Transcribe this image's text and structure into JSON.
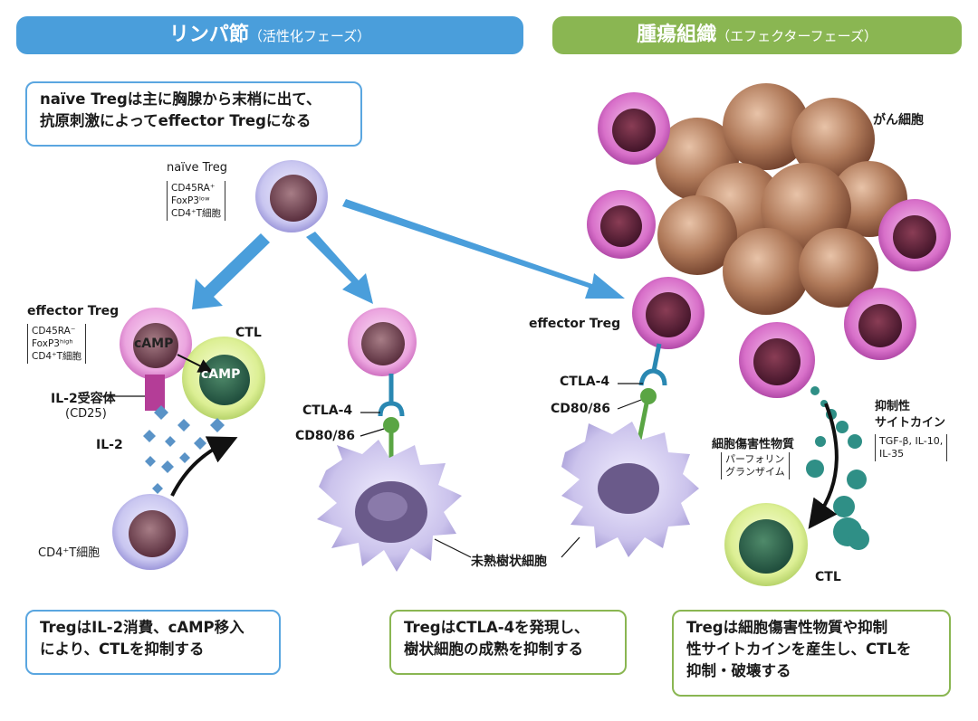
{
  "banners": {
    "lymph": {
      "title": "リンパ節",
      "sub": "（活性化フェーズ）"
    },
    "tumor": {
      "title": "腫瘍組織",
      "sub": "（エフェクターフェーズ）"
    }
  },
  "top_note": {
    "line1": "naïve Tregは主に胸腺から末梢に出て、",
    "line2": "抗原刺激によってeffector Tregになる"
  },
  "naive_treg": {
    "label": "naïve Treg",
    "markers": [
      "CD45RA⁺",
      "FoxP3ˡᵒʷ",
      "CD4⁺T細胞"
    ]
  },
  "effector_treg_left": {
    "label": "effector Treg",
    "markers": [
      "CD45RA⁻",
      "FoxP3ʰⁱᵍʰ",
      "CD4⁺T細胞"
    ]
  },
  "labels": {
    "camp1": "cAMP",
    "camp2": "cAMP",
    "ctl_top": "CTL",
    "il2r": "IL-2受容体",
    "cd25": "(CD25)",
    "il2": "IL-2",
    "cd4t": "CD4⁺T細胞",
    "ctla4_mid": "CTLA-4",
    "cd80_mid": "CD80/86",
    "effector_treg_right": "effector Treg",
    "ctla4_right": "CTLA-4",
    "cd80_right": "CD80/86",
    "immature_dc": "未熟樹状細胞",
    "cancer": "がん細胞",
    "cytotoxic": "細胞傷害性物質",
    "cytotoxic_items": [
      "パーフォリン",
      "グランザイム"
    ],
    "suppressive_1": "抑制性",
    "suppressive_2": "サイトカイン",
    "suppressive_items": [
      "TGF-β, IL-10,",
      "IL-35"
    ],
    "ctl_bottom": "CTL"
  },
  "bottom_notes": {
    "left": {
      "line1": "TregはIL-2消費、cAMP移入",
      "line2": "により、CTLを抑制する"
    },
    "mid": {
      "line1": "TregはCTLA-4を発現し、",
      "line2": "樹状細胞の成熟を抑制する"
    },
    "right": {
      "line1": "Tregは細胞傷害性物質や抑制",
      "line2": "性サイトカインを産生し、CTLを",
      "line3": "抑制・破壊する"
    }
  },
  "colors": {
    "banner_blue": "#4a9edb",
    "banner_green": "#8ab652",
    "arrow_blue": "#4a9edb",
    "treg_pink": "#e59ad8",
    "ctl_yellow": "#d9ec8a",
    "dc_lavender": "#c3bbe6",
    "cancer_brown": "#a0684b",
    "cytokine_teal": "#2f8f86"
  }
}
